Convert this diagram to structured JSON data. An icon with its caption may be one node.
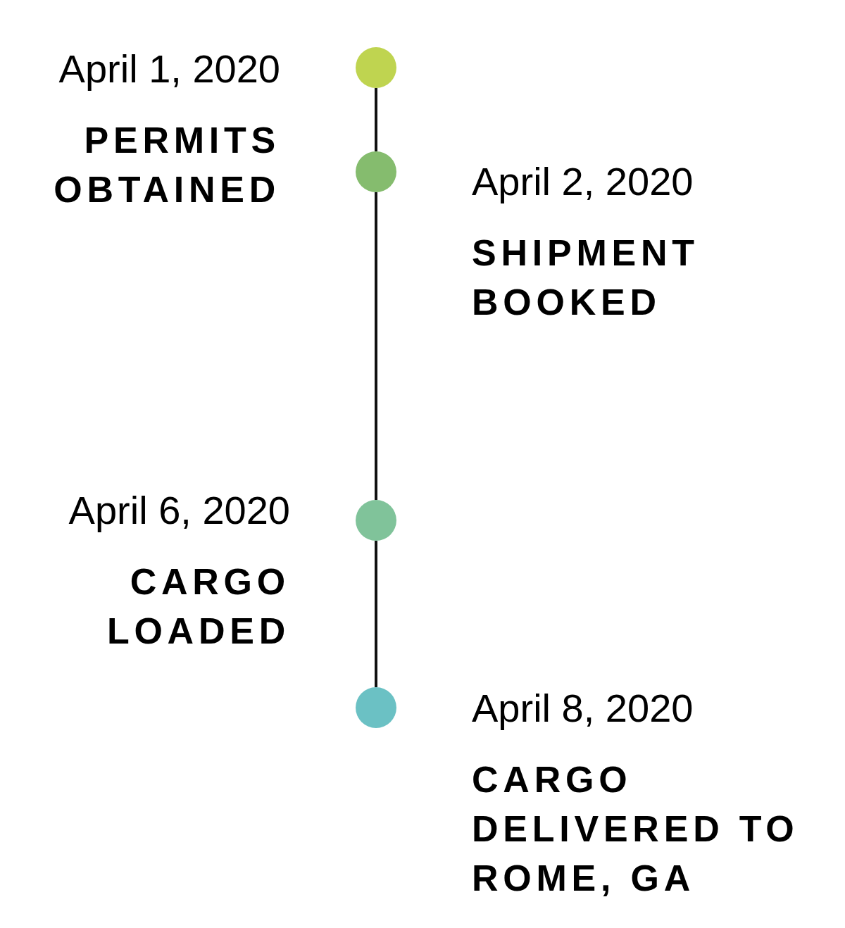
{
  "diagram": {
    "nodes": [
      {
        "text": [],
        "shape": "circle",
        "beside": [
          "April 1, 2020",
          "PERMITS OBTAINED"
        ]
      },
      {
        "text": [],
        "shape": "circle",
        "beside": [
          "April 2, 2020",
          "SHIPMENT BOOKED"
        ]
      },
      {
        "text": [],
        "shape": "circle",
        "beside": [
          "April 6, 2020",
          "CARGO LOADED"
        ]
      },
      {
        "text": [],
        "shape": "circle",
        "beside": [
          "April 8, 2020",
          "CARGO DELIVERED TO ROME, GA"
        ]
      }
    ],
    "edges": [
      {
        "from": 0,
        "to": 1,
        "arrow": "none"
      },
      {
        "from": 1,
        "to": 2,
        "arrow": "none"
      },
      {
        "from": 2,
        "to": 3,
        "arrow": "none"
      }
    ]
  }
}
